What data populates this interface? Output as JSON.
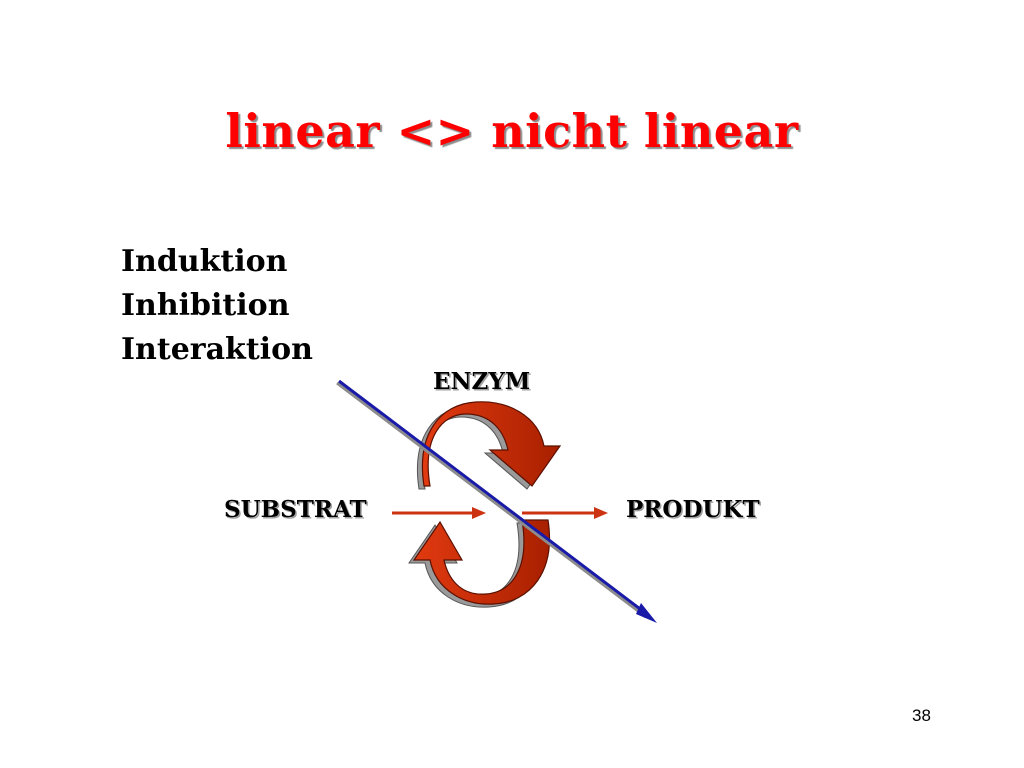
{
  "slide": {
    "title": "linear <> nicht linear",
    "terms": [
      "Induktion",
      "Inhibition",
      "Interaktion"
    ],
    "diagram": {
      "enzyme_label": "ENZYM",
      "substrate_label": "SUBSTRAT",
      "product_label": "PRODUKT"
    },
    "page_number": "38"
  },
  "colors": {
    "title": "#ff0000",
    "cycle_arrow": "#cc2200",
    "flow_arrow": "#cc3311",
    "cross_line": "#1a1aa8"
  }
}
